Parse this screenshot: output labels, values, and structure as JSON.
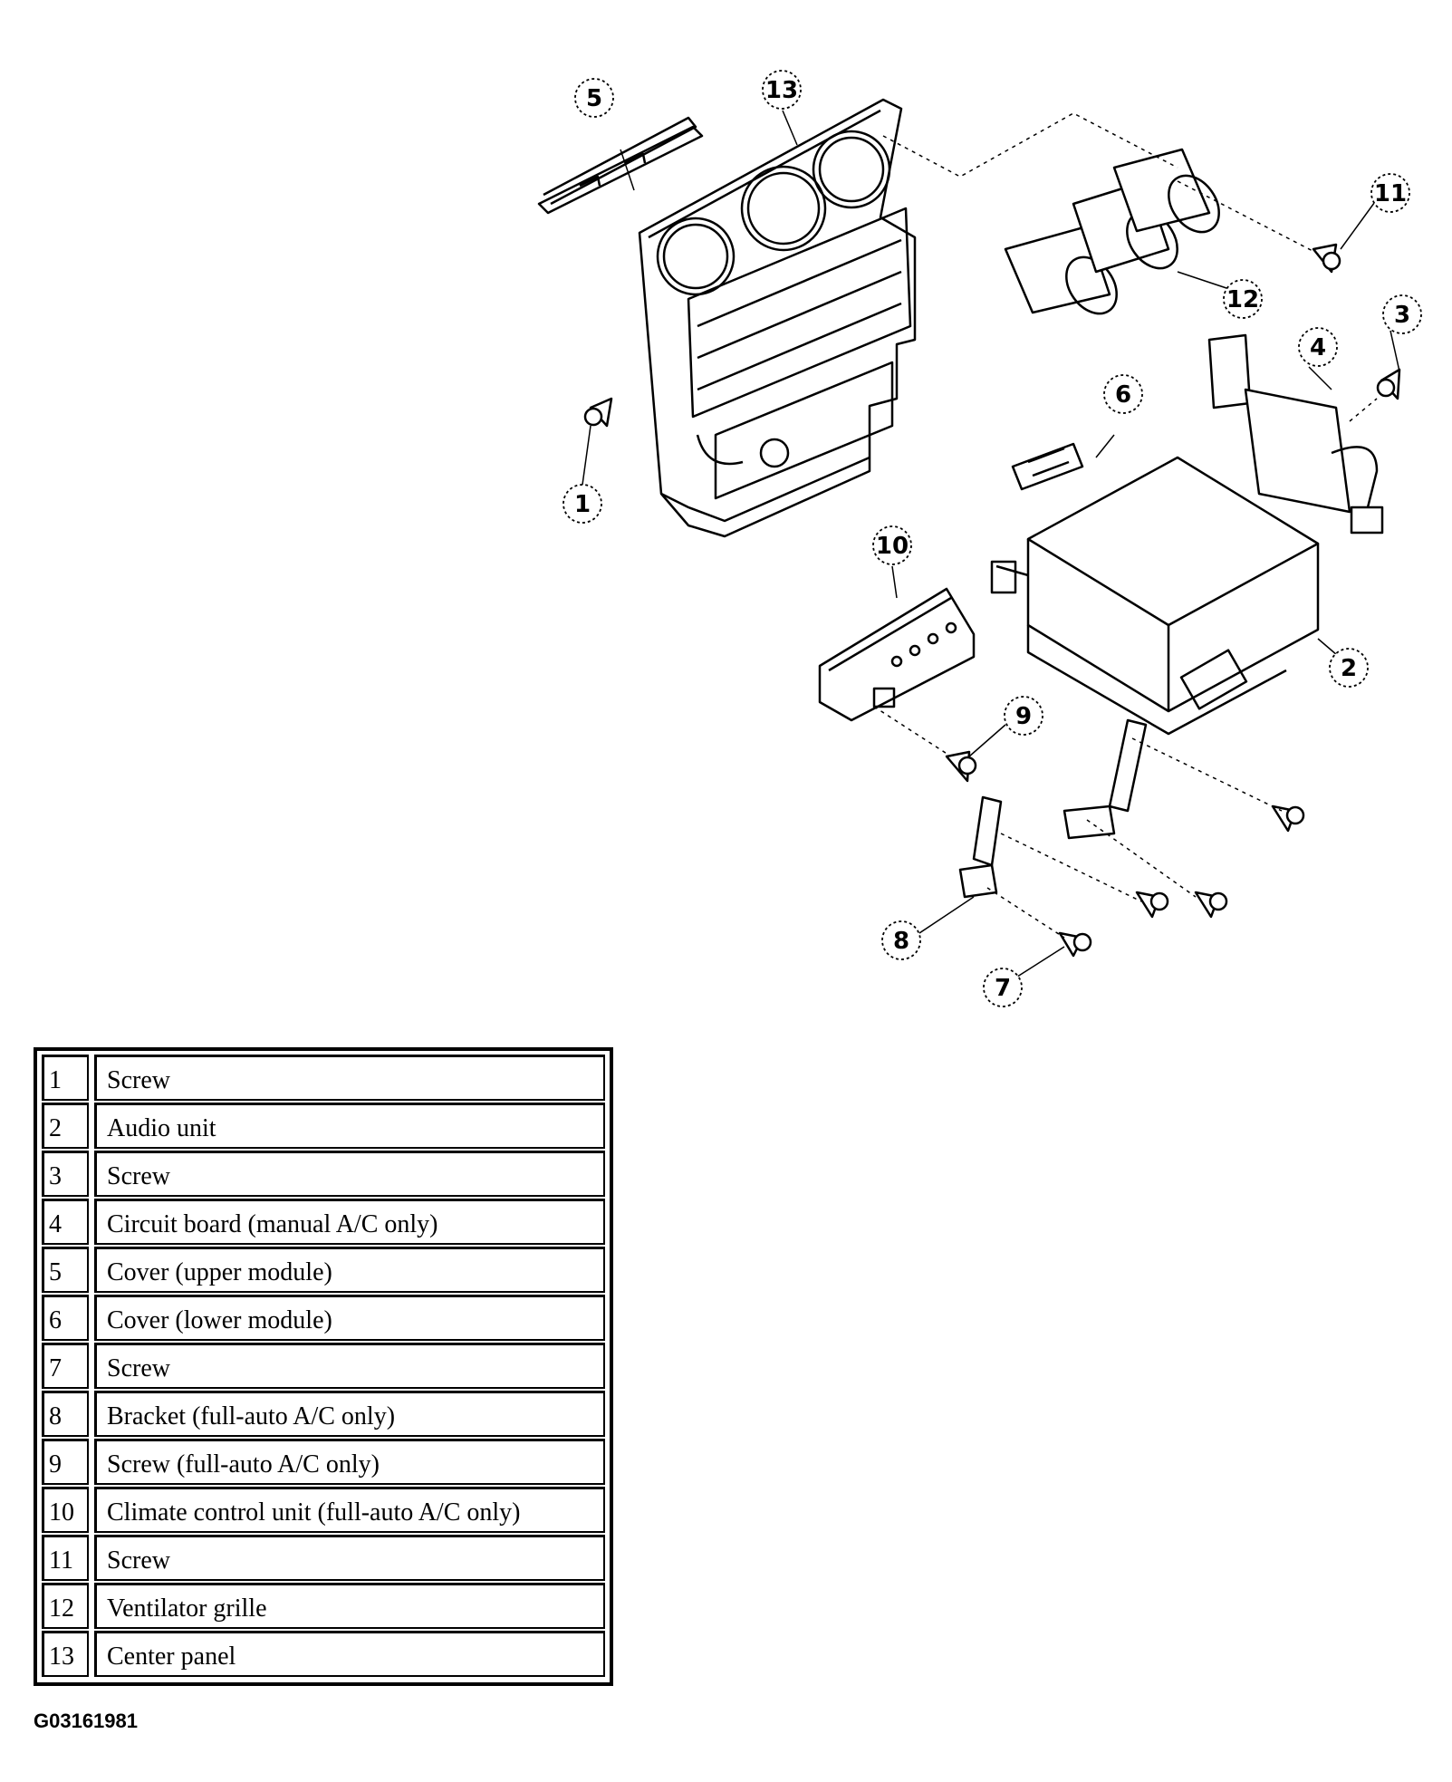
{
  "callouts": [
    "1",
    "2",
    "3",
    "4",
    "5",
    "6",
    "7",
    "8",
    "9",
    "10",
    "11",
    "12",
    "13"
  ],
  "legend": {
    "rows": [
      {
        "num": "1",
        "desc": "Screw"
      },
      {
        "num": "2",
        "desc": "Audio unit"
      },
      {
        "num": "3",
        "desc": "Screw"
      },
      {
        "num": "4",
        "desc": "Circuit board (manual A/C only)"
      },
      {
        "num": "5",
        "desc": "Cover (upper module)"
      },
      {
        "num": "6",
        "desc": "Cover (lower module)"
      },
      {
        "num": "7",
        "desc": "Screw"
      },
      {
        "num": "8",
        "desc": "Bracket (full-auto A/C only)"
      },
      {
        "num": "9",
        "desc": "Screw (full-auto A/C only)"
      },
      {
        "num": "10",
        "desc": "Climate control unit (full-auto A/C only)"
      },
      {
        "num": "11",
        "desc": "Screw"
      },
      {
        "num": "12",
        "desc": "Ventilator grille"
      },
      {
        "num": "13",
        "desc": "Center panel"
      }
    ]
  },
  "figure_code": "G03161981"
}
